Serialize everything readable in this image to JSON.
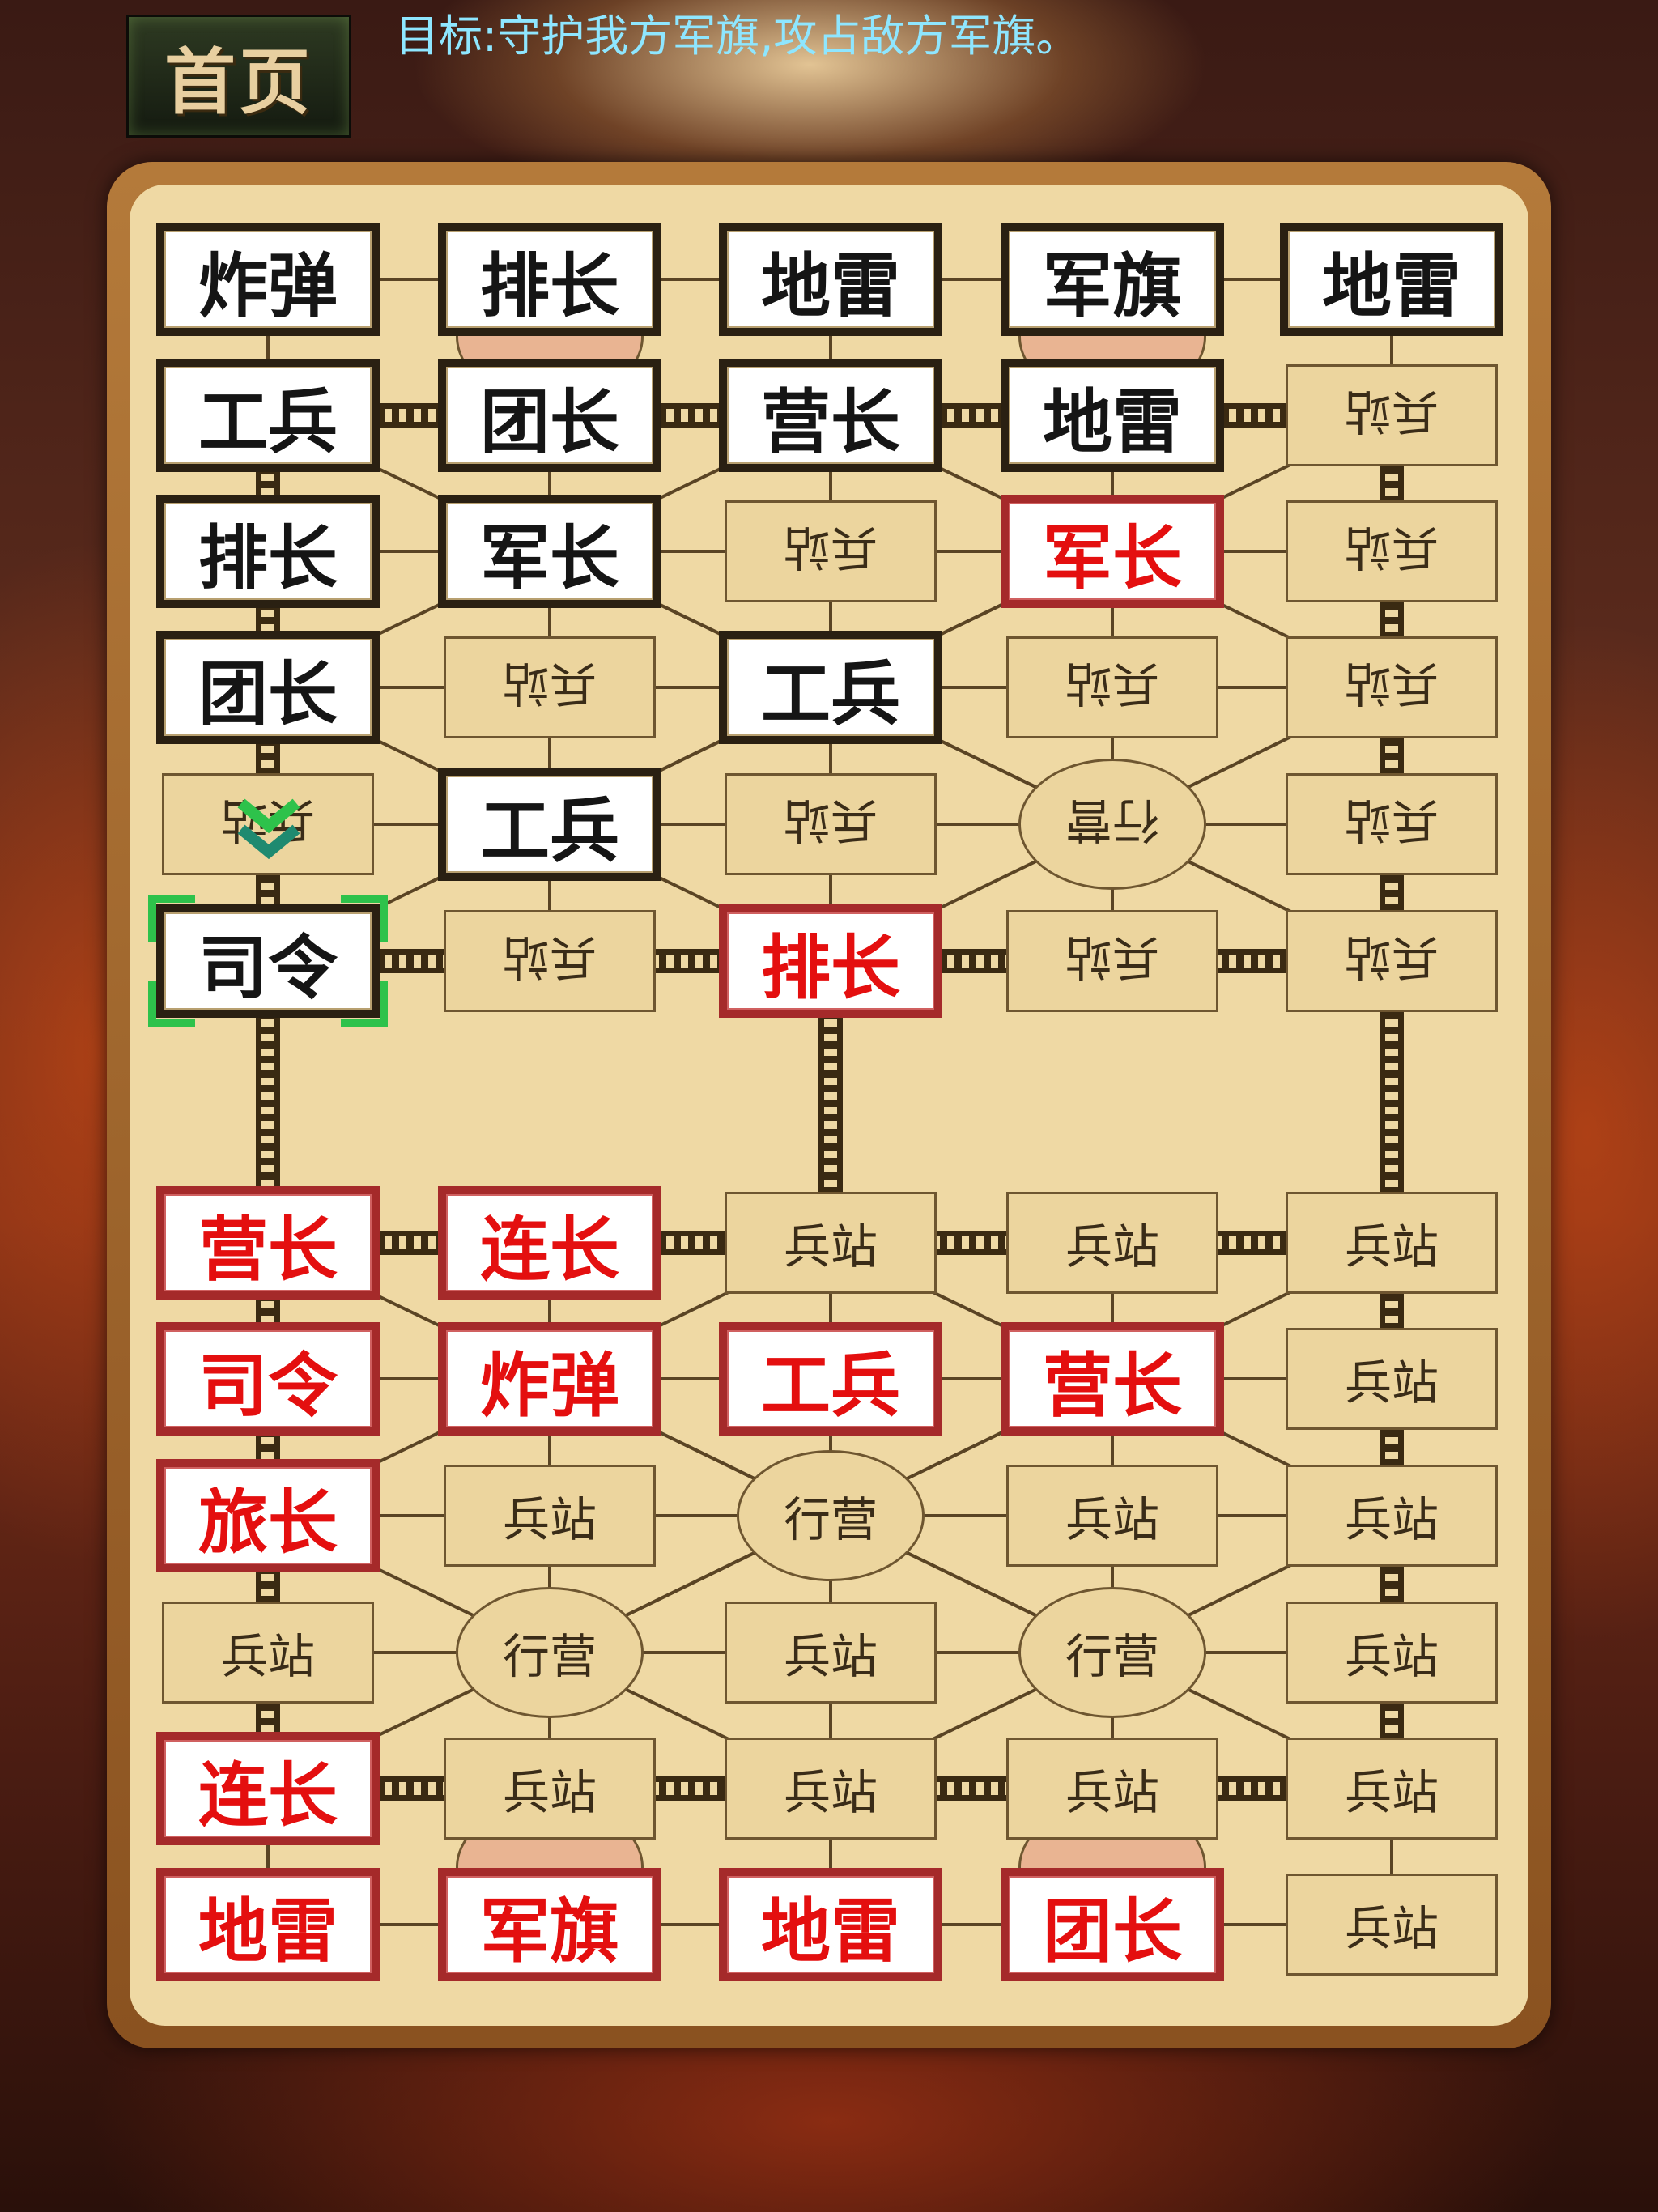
{
  "header": {
    "home_button": "首页",
    "objective": "目标:守护我方军旗,攻占敌方军旗。"
  },
  "board": {
    "station_label": "兵站",
    "camp_label": "行营",
    "rows": [
      [
        "炸弹",
        "排长",
        "地雷",
        "军旗",
        "地雷"
      ],
      [
        "工兵",
        "团长",
        "营长",
        "地雷",
        "兵站"
      ],
      [
        "排长",
        "军长",
        "兵站",
        "军长",
        "兵站"
      ],
      [
        "团长",
        "兵站",
        "工兵",
        "兵站",
        "兵站"
      ],
      [
        "兵站",
        "工兵",
        "兵站",
        "行营",
        "兵站"
      ],
      [
        "司令",
        "兵站",
        "排长",
        "兵站",
        "兵站"
      ],
      [
        "营长",
        "连长",
        "兵站",
        "兵站",
        "兵站"
      ],
      [
        "司令",
        "炸弹",
        "工兵",
        "营长",
        "兵站"
      ],
      [
        "旅长",
        "兵站",
        "行营",
        "兵站",
        "兵站"
      ],
      [
        "兵站",
        "行营",
        "兵站",
        "行营",
        "兵站"
      ],
      [
        "连长",
        "兵站",
        "兵站",
        "兵站",
        "兵站"
      ],
      [
        "地雷",
        "军旗",
        "地雷",
        "团长",
        "兵站"
      ]
    ],
    "owner": [
      [
        "B",
        "B",
        "B",
        "B",
        "B"
      ],
      [
        "B",
        "B",
        "B",
        "B",
        "-"
      ],
      [
        "B",
        "B",
        "-",
        "R",
        "-"
      ],
      [
        "B",
        "-",
        "B",
        "-",
        "-"
      ],
      [
        "-",
        "B",
        "-",
        "-",
        "-"
      ],
      [
        "B",
        "-",
        "R",
        "-",
        "-"
      ],
      [
        "R",
        "R",
        "-",
        "-",
        "-"
      ],
      [
        "R",
        "R",
        "R",
        "R",
        "-"
      ],
      [
        "R",
        "-",
        "-",
        "-",
        "-"
      ],
      [
        "-",
        "-",
        "-",
        "-",
        "-"
      ],
      [
        "R",
        "-",
        "-",
        "-",
        "-"
      ],
      [
        "R",
        "R",
        "R",
        "R",
        "-"
      ]
    ],
    "selected": [
      5,
      0
    ],
    "colors": {
      "enemy": "#151515",
      "player": "#e40f0f",
      "selection": "#2ec24b",
      "goal_text": "#8ee6ff"
    }
  },
  "icons": {
    "move_hint": "double-chevron-down-icon"
  }
}
